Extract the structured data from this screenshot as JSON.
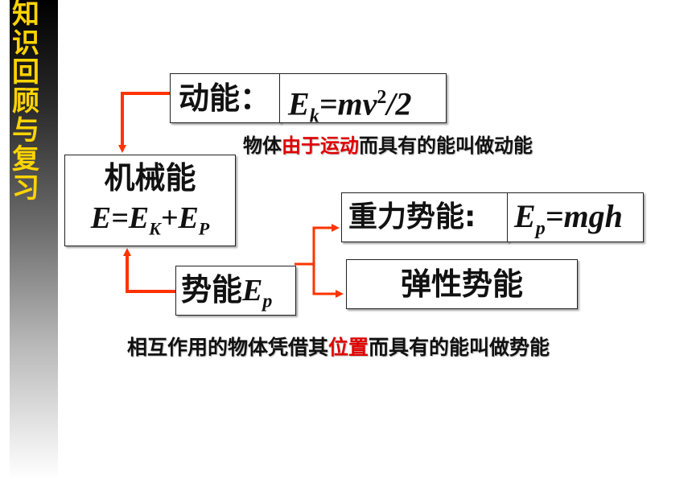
{
  "sidebar": {
    "title_chars": [
      "知",
      "识",
      "回",
      "顾",
      "与",
      "复",
      "习"
    ]
  },
  "kinetic": {
    "label": "动能：",
    "formula_main": "E",
    "formula_sub": "k",
    "formula_eq": "=mv",
    "formula_sup": "2",
    "formula_tail": "/2",
    "definition_pre": "物体",
    "definition_highlight": "由于运动",
    "definition_post": "而具有的能叫做动能"
  },
  "mechanical": {
    "label": "机械能",
    "formula_e": "E=E",
    "formula_sub_k": "K",
    "formula_plus": "+E",
    "formula_sub_p": "P"
  },
  "gravity": {
    "label": "重力势能:",
    "formula_main": "E",
    "formula_sub": "p",
    "formula_tail": "=mgh"
  },
  "elastic": {
    "label": "弹性势能"
  },
  "potential": {
    "label": "势能",
    "formula_main": "E",
    "formula_sub": "p",
    "definition_pre": "相互作用的物体凭借其",
    "definition_highlight": "位置",
    "definition_post": "而具有的能叫做势能"
  },
  "colors": {
    "sidebar_text": "#ffd400",
    "arrow": "#ff3300",
    "highlight": "#e00000"
  }
}
